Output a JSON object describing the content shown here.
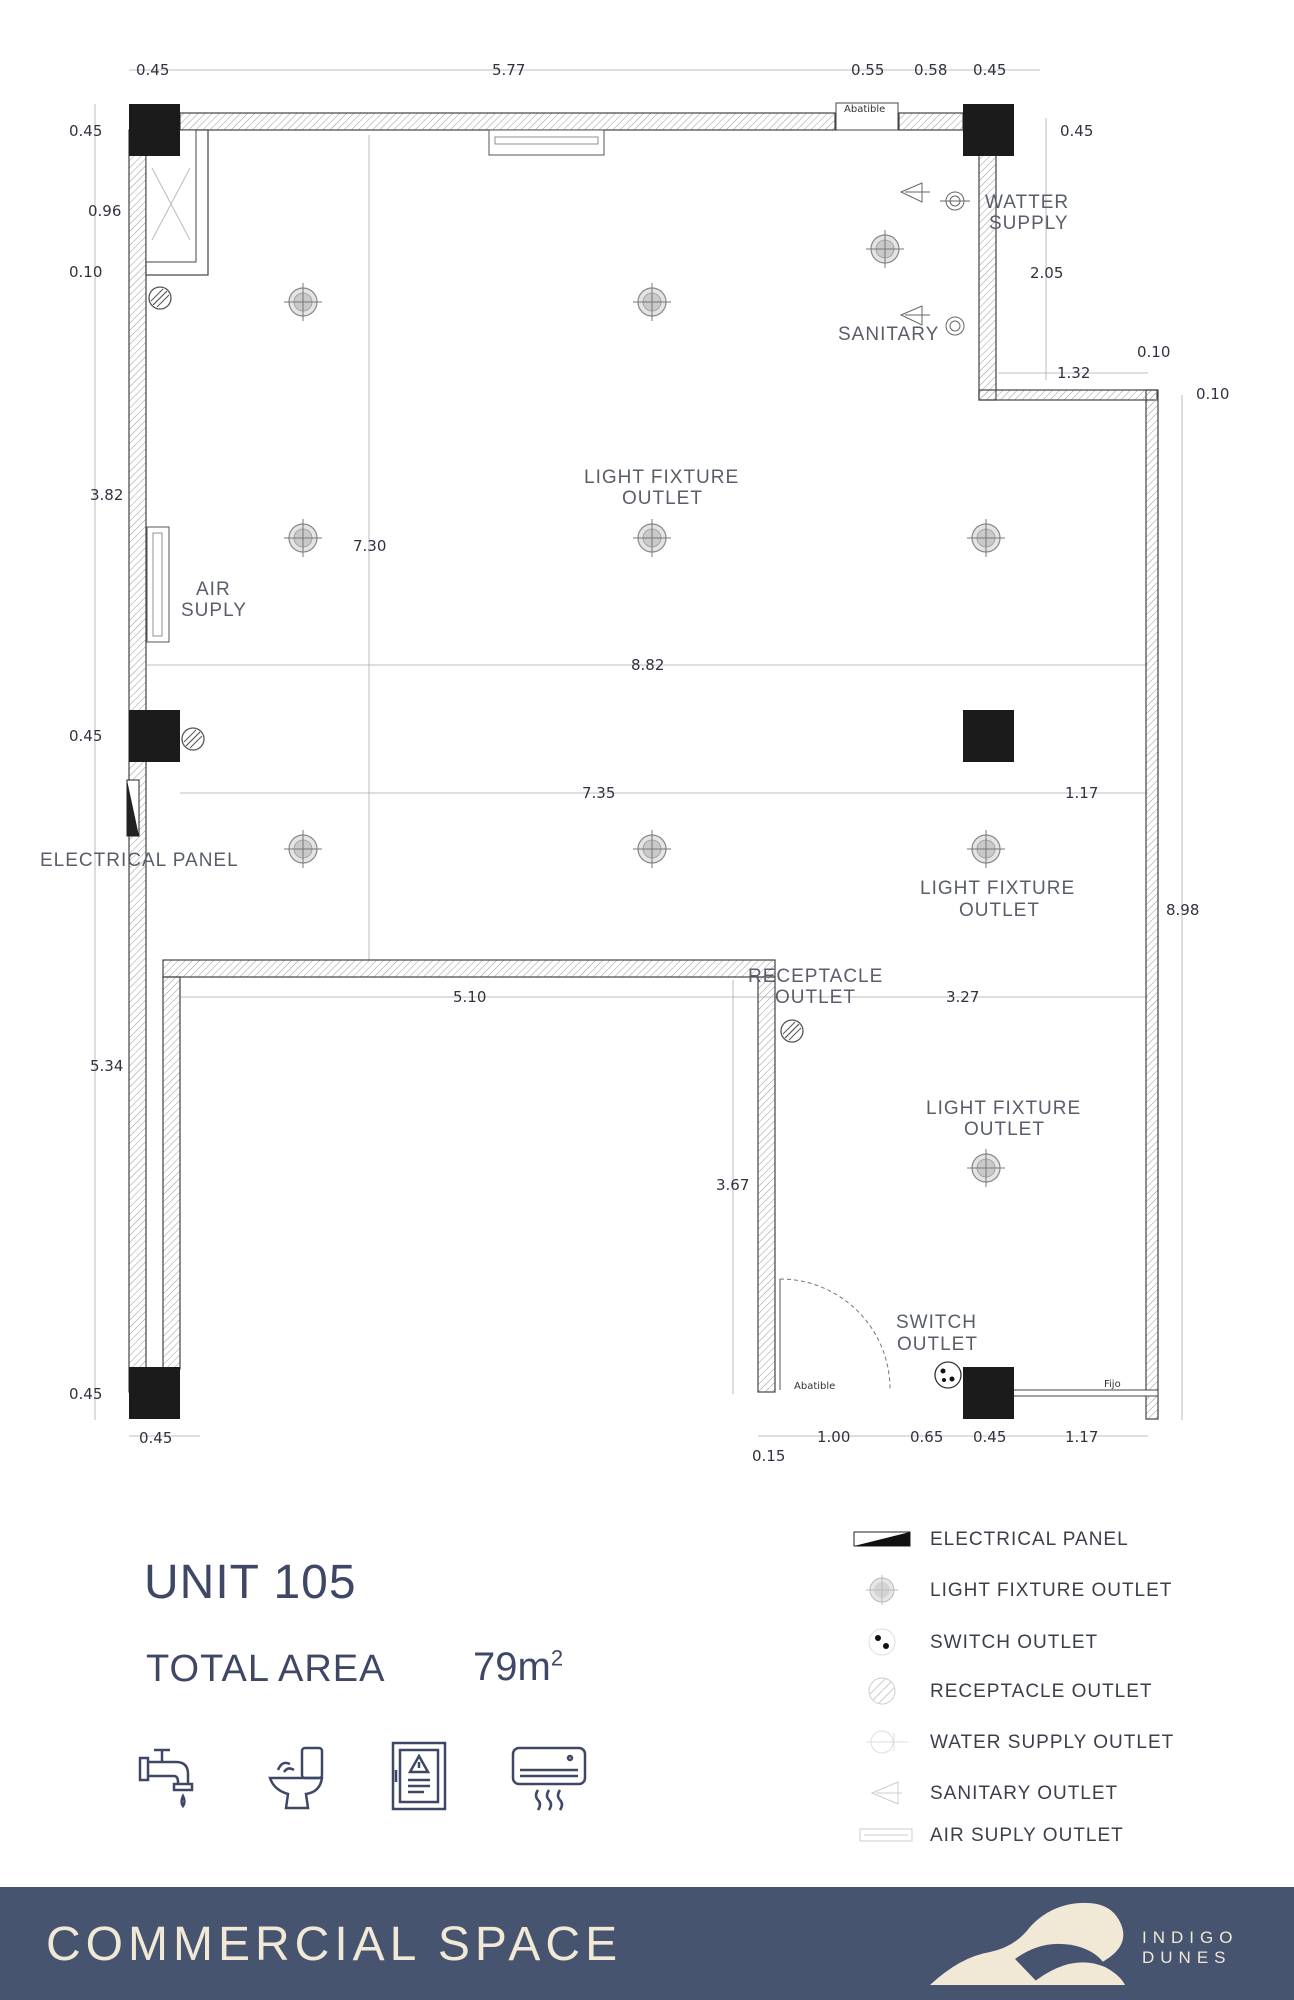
{
  "plan": {
    "dimensions": {
      "top_045_left": "0.45",
      "top_577": "5.77",
      "top_055": "0.55",
      "top_058": "0.58",
      "top_045_right": "0.45",
      "left_045_top": "0.45",
      "left_096": "0.96",
      "left_010": "0.10",
      "left_382": "3.82",
      "left_045_mid": "0.45",
      "left_534": "5.34",
      "left_045_bottom": "0.45",
      "bottom_045_left": "0.45",
      "right_045": "0.45",
      "right_205": "2.05",
      "right_132": "1.32",
      "right_010_a": "0.10",
      "right_010_b": "0.10",
      "center_730": "7.30",
      "center_882": "8.82",
      "center_735": "7.35",
      "center_117": "1.17",
      "right_898": "8.98",
      "inner_510": "5.10",
      "inner_327": "3.27",
      "inner_367": "3.67",
      "bottom_015": "0.15",
      "bottom_100": "1.00",
      "bottom_065": "0.65",
      "bottom_045": "0.45",
      "bottom_117": "1.17"
    },
    "labels": {
      "watter_supply_1": "WATTER",
      "watter_supply_2": "SUPPLY",
      "sanitary": "SANITARY",
      "light_fixture_1a": "LIGHT FIXTURE",
      "light_fixture_1b": "OUTLET",
      "air_suply_1": "AIR",
      "air_suply_2": "SUPLY",
      "electrical_panel": "ELECTRICAL PANEL",
      "light_fixture_2a": "LIGHT FIXTURE",
      "light_fixture_2b": "OUTLET",
      "receptacle_a": "RECEPTACLE",
      "receptacle_b": "OUTLET",
      "light_fixture_3a": "LIGHT FIXTURE",
      "light_fixture_3b": "OUTLET",
      "switch_a": "SWITCH",
      "switch_b": "OUTLET",
      "abatible_top": "Abatible",
      "abatible_door": "Abatible",
      "fijo": "Fijo"
    }
  },
  "unit": {
    "name": "UNIT 105",
    "area_label": "TOTAL AREA",
    "area_value": "79m",
    "area_unit_sup": "2"
  },
  "amenities": [
    "water-faucet-icon",
    "toilet-icon",
    "electrical-panel-icon",
    "air-conditioner-icon"
  ],
  "legend": [
    {
      "icon": "electrical-panel-symbol",
      "label": "ELECTRICAL PANEL"
    },
    {
      "icon": "light-fixture-symbol",
      "label": "LIGHT FIXTURE OUTLET"
    },
    {
      "icon": "switch-symbol",
      "label": "SWITCH OUTLET"
    },
    {
      "icon": "receptacle-symbol",
      "label": "RECEPTACLE OUTLET"
    },
    {
      "icon": "water-supply-symbol",
      "label": "WATER SUPPLY OUTLET"
    },
    {
      "icon": "sanitary-symbol",
      "label": "SANITARY OUTLET"
    },
    {
      "icon": "air-supply-symbol",
      "label": "AIR SUPLY OUTLET"
    }
  ],
  "footer": {
    "title": "COMMERCIAL SPACE",
    "brand_line1": "INDIGO",
    "brand_line2": "DUNES"
  },
  "colors": {
    "footer_bg": "#465470",
    "footer_text": "#f1e8d6",
    "title_text": "#3e4866"
  }
}
